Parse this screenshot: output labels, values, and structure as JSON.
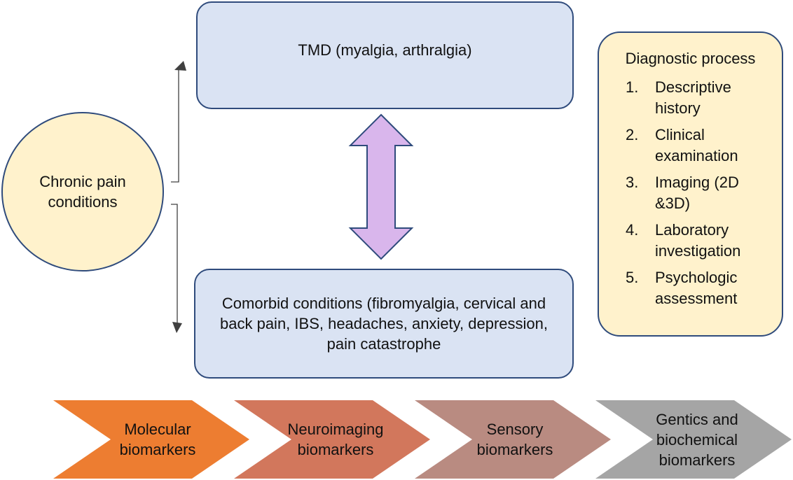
{
  "tmd": {
    "label": "TMD (myalgia, arthralgia)"
  },
  "comorbid": {
    "label": "Comorbid conditions (fibromyalgia, cervical and back pain, IBS, headaches, anxiety, depression, pain catastrophe"
  },
  "chronic": {
    "label": "Chronic pain conditions"
  },
  "diagnostic": {
    "title": "Diagnostic process",
    "items": [
      {
        "num": "1.",
        "label": "Descriptive history"
      },
      {
        "num": "2.",
        "label": "Clinical examination"
      },
      {
        "num": "3.",
        "label": "Imaging (2D &3D)"
      },
      {
        "num": "4.",
        "label": "Laboratory investigation"
      },
      {
        "num": "5.",
        "label": "Psychologic assessment"
      }
    ]
  },
  "biomarkers": [
    {
      "label": "Molecular biomarkers",
      "color": "#ed7d31"
    },
    {
      "label": "Neuroimaging biomarkers",
      "color": "#d2775c"
    },
    {
      "label": "Sensory biomarkers",
      "color": "#b98b81"
    },
    {
      "label": "Gentics and biochemical biomarkers",
      "color": "#a5a5a5"
    }
  ],
  "colors": {
    "box_fill": "#dae3f3",
    "box_border": "#2f4b7c",
    "circle_fill": "#fff2cc",
    "double_arrow_fill": "#d9b6ec",
    "connector": "#404040"
  }
}
